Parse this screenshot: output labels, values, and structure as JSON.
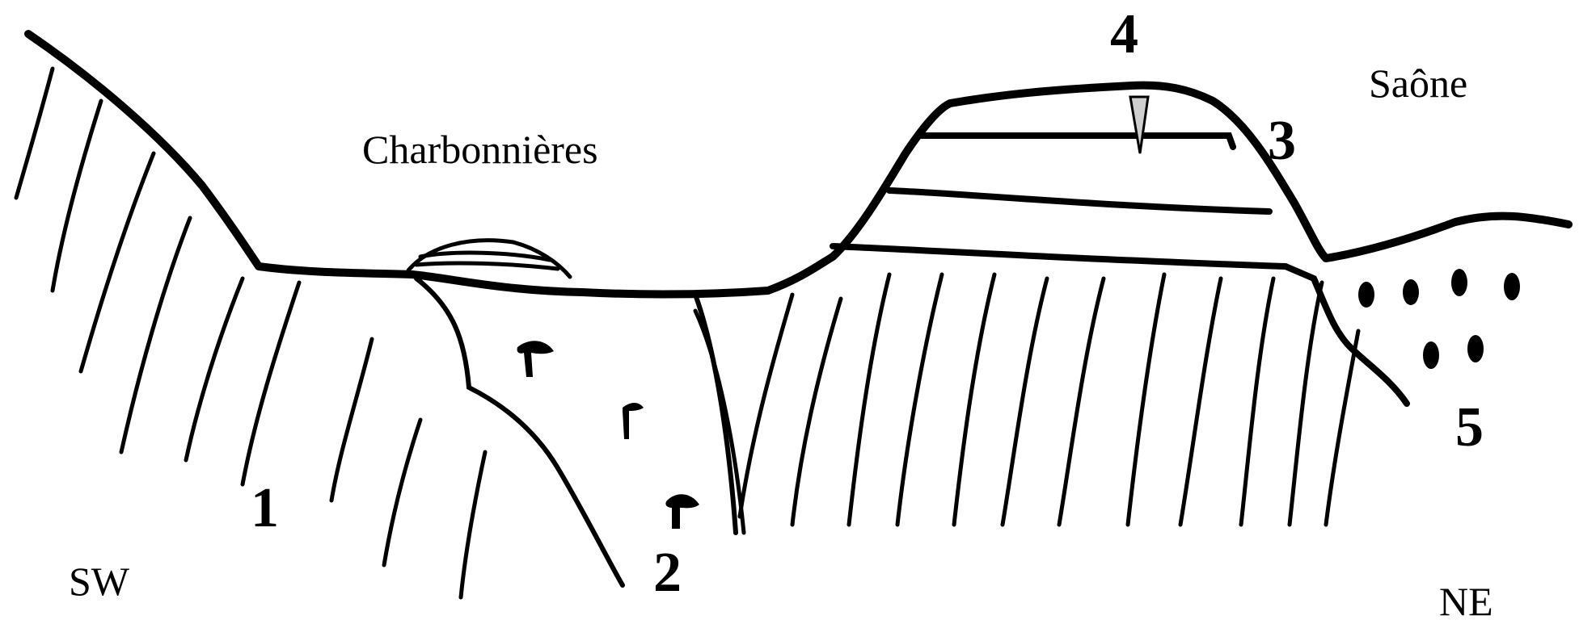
{
  "labels": {
    "charbonnieres": "Charbonnières",
    "saone": "Saône",
    "sw": "SW",
    "ne": "NE",
    "n1": "1",
    "n2": "2",
    "n3": "3",
    "n4": "4",
    "n5": "5"
  },
  "colors": {
    "ink": "#000000",
    "paper": "#ffffff"
  }
}
